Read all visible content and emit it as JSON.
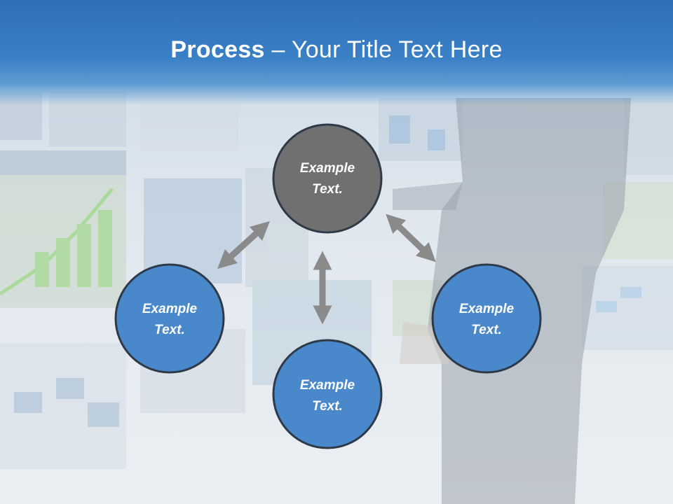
{
  "title": {
    "bold": "Process",
    "rest": " – Your Title Text Here"
  },
  "nodes": [
    {
      "line1": "Example",
      "line2": "Text."
    },
    {
      "line1": "Example",
      "line2": "Text."
    },
    {
      "line1": "Example",
      "line2": "Text."
    },
    {
      "line1": "Example",
      "line2": "Text."
    }
  ],
  "colors": {
    "header": "#3a80c6",
    "center_node": "#707070",
    "outer_node": "#4a88cc",
    "node_stroke": "#2e3a48",
    "arrow": "#8a8a8a"
  }
}
